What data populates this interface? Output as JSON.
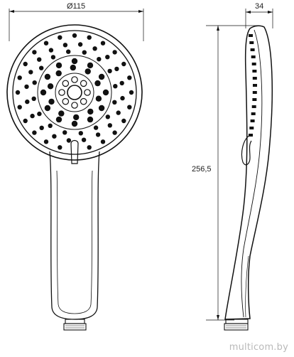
{
  "dimensions": {
    "head_diameter": "Ø115",
    "depth": "34",
    "length": "256,5"
  },
  "watermark": "multicom.by"
}
